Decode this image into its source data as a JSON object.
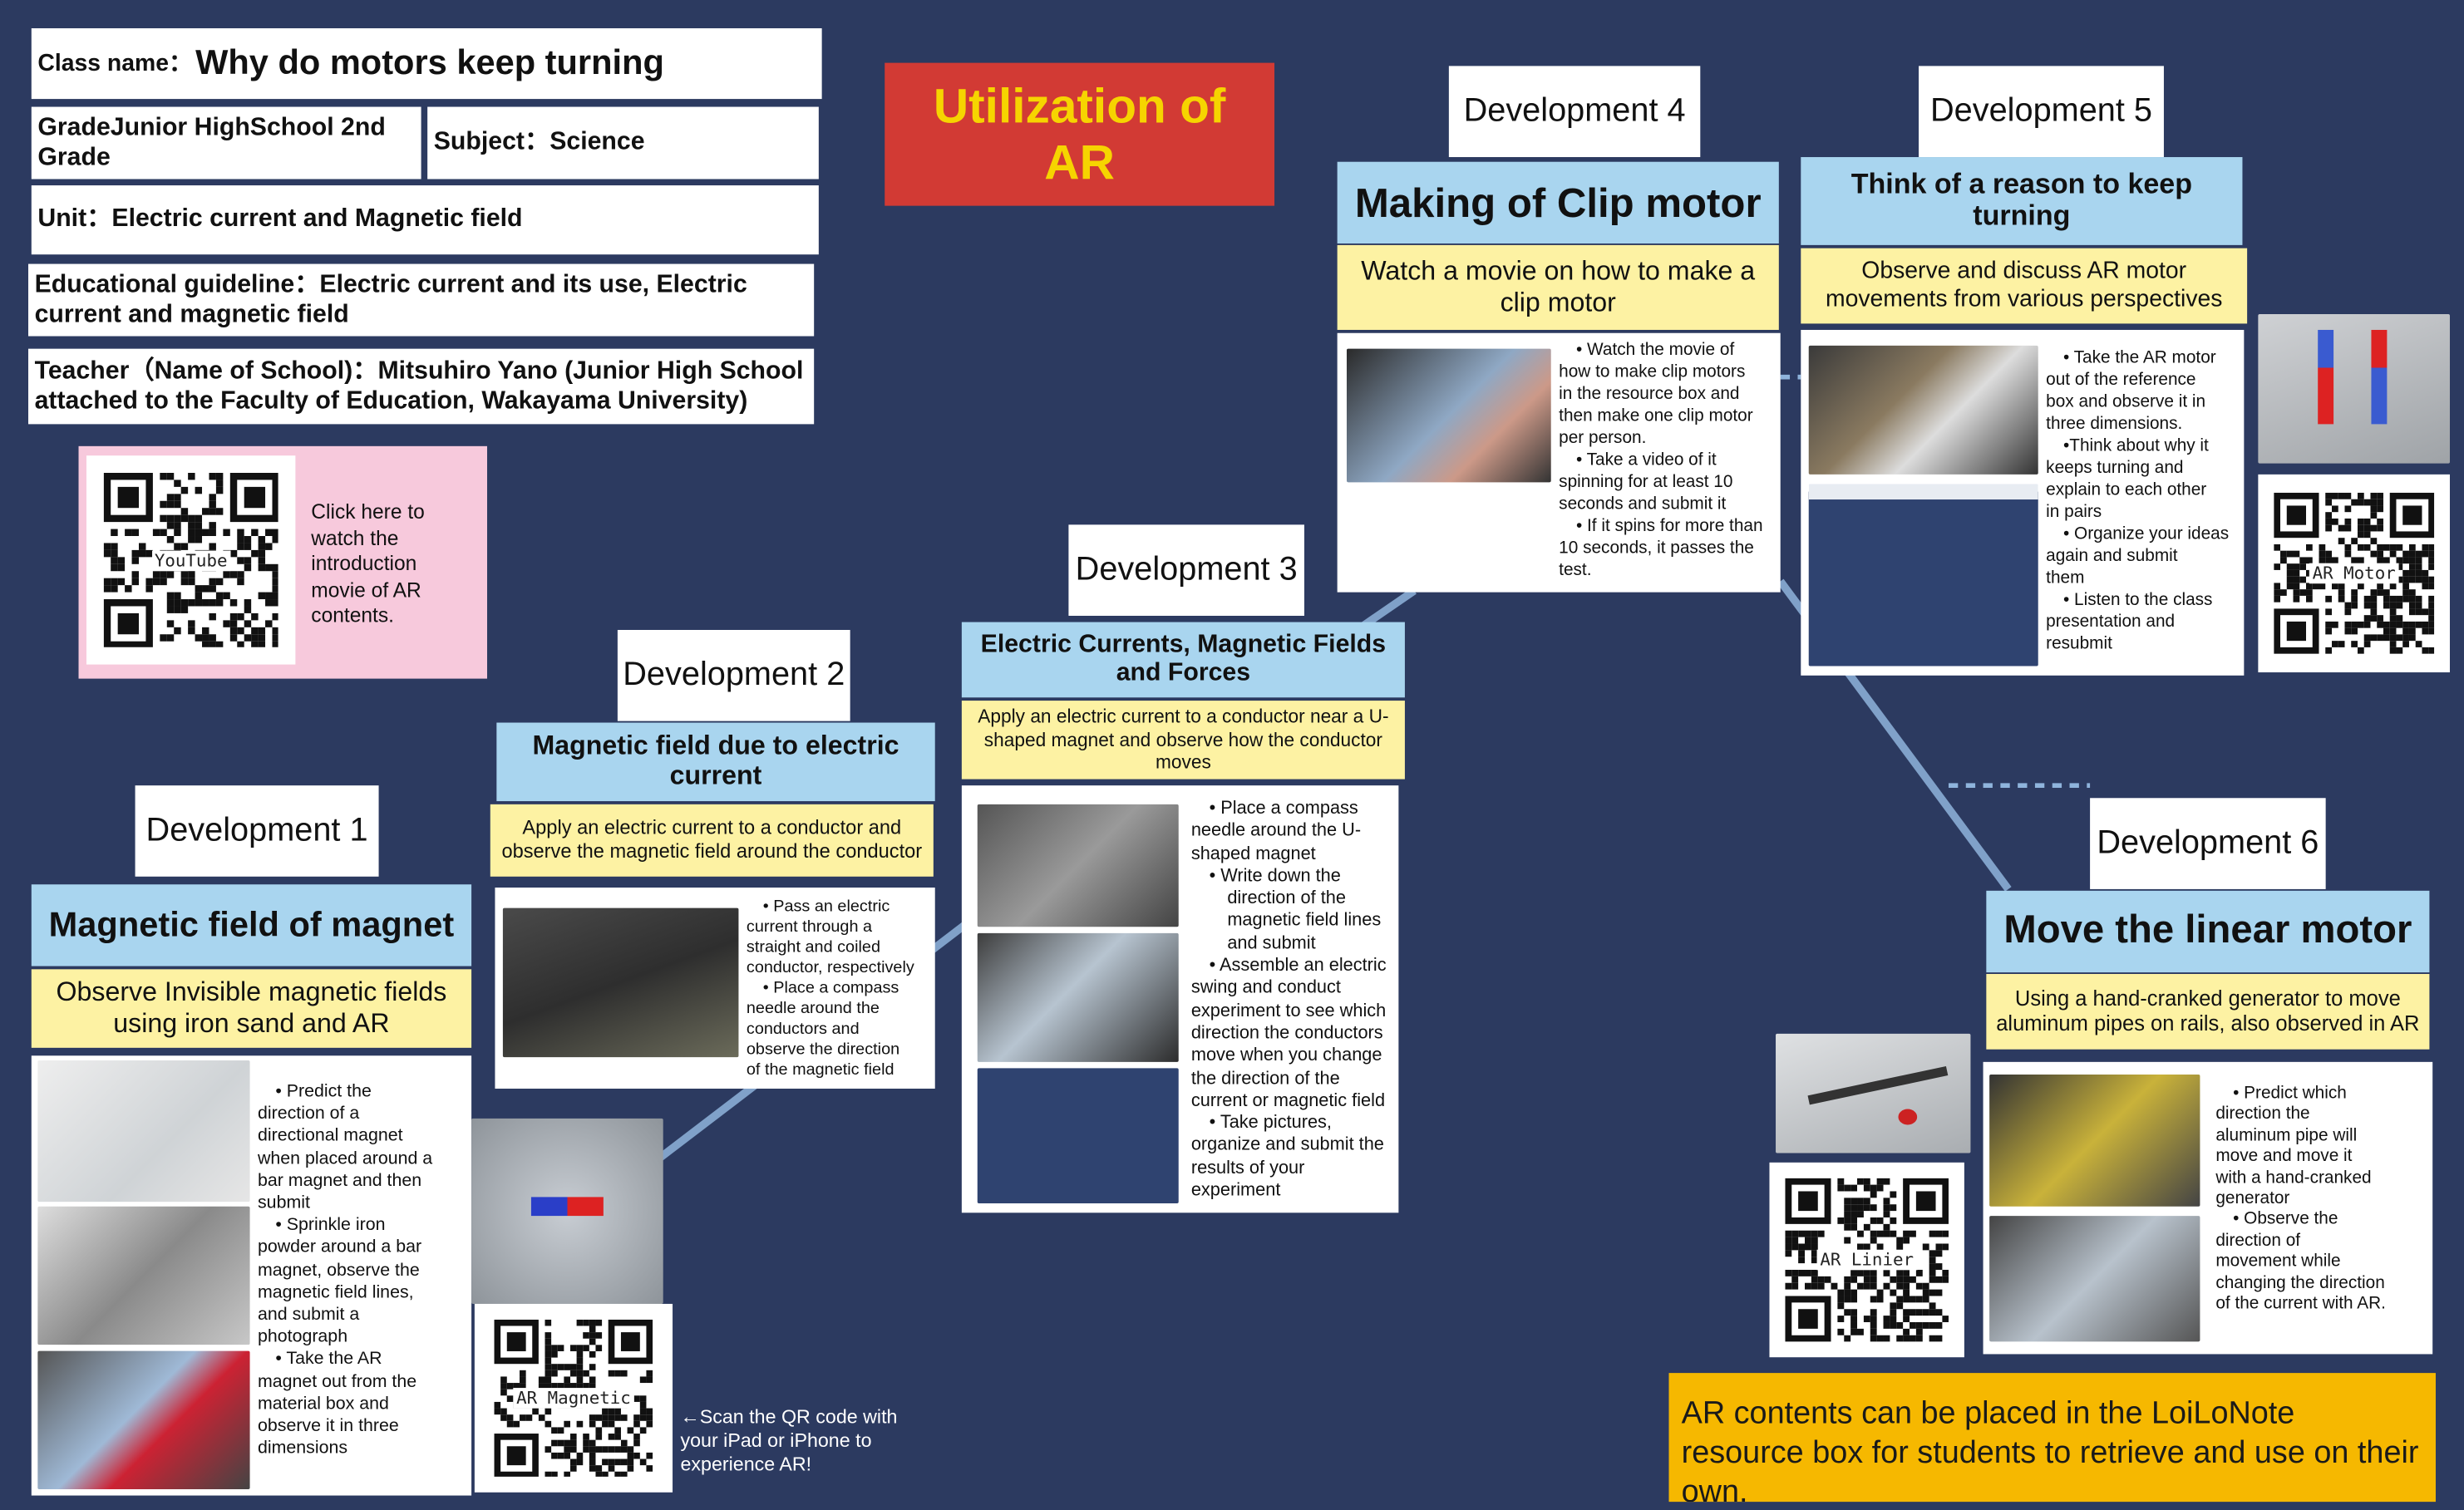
{
  "header": {
    "class_label": "Class name：",
    "class_name": "Why do motors keep turning",
    "grade": "GradeJunior HighSchool 2nd Grade",
    "subject": "Subject：Science",
    "unit": "Unit：Electric current and Magnetic field",
    "guideline": "Educational guideline：Electric current and its use, Electric current and magnetic field",
    "teacher": "Teacher（Name of School)：Mitsuhiro Yano (Junior High School attached to the Faculty of Education, Wakayama University)"
  },
  "title": "Utilization of AR",
  "intro": {
    "qr_label": "YouTube",
    "text": "Click here to watch the introduction movie of AR contents."
  },
  "dev1": {
    "label": "Development 1",
    "title": "Magnetic field of magnet",
    "subtitle": "Observe Invisible magnetic fields using iron sand and AR",
    "text": "　• Predict the\ndirection of a\ndirectional magnet\nwhen placed around a\nbar magnet and then\nsubmit\n　• Sprinkle iron\npowder around a bar\nmagnet, observe the\nmagnetic field lines,\nand submit a\nphotograph\n　• Take the AR\nmagnet out from the\nmaterial box and\nobserve it in three\ndimensions",
    "qr_label": "AR Magnetic"
  },
  "scan_note": "←Scan the QR code with your iPad or iPhone to experience AR!",
  "dev2": {
    "label": "Development 2",
    "title": "Magnetic field due to electric current",
    "subtitle": "Apply an electric current to a conductor and observe the magnetic field around the conductor",
    "text": "　• Pass an electric\ncurrent through a\nstraight and coiled\nconductor, respectively\n　• Place a compass\nneedle around the\nconductors and\nobserve the direction\nof the magnetic field"
  },
  "dev3": {
    "label": "Development 3",
    "title": "Electric Currents, Magnetic Fields and Forces",
    "subtitle": "Apply an electric current to a conductor near a U-shaped magnet and observe how the conductor moves",
    "text": "　• Place a compass\nneedle around the U-\nshaped magnet\n　• Write down the\n　　direction of the\n　　magnetic field lines\n　　and submit\n　• Assemble an electric\nswing and conduct\nexperiment to see which\ndirection the conductors\nmove when you change\nthe direction of the\ncurrent or magnetic field\n　• Take pictures,\norganize and submit the\nresults of your\nexperiment"
  },
  "dev4": {
    "label": "Development 4",
    "title": "Making of Clip motor",
    "subtitle": "Watch a movie on how to make a clip motor",
    "text": "　• Watch the movie of\nhow to make clip motors\nin the resource box and\nthen make one clip motor\nper person.\n　• Take a video of it\nspinning for at least 10\nseconds and submit it\n　• If it spins for more than\n10 seconds, it passes the\ntest."
  },
  "dev5": {
    "label": "Development 5",
    "title": "Think of a reason to keep turning",
    "subtitle": "Observe and discuss AR motor movements from various perspectives",
    "text": "　• Take the AR motor\nout of the reference\nbox and observe it in\nthree dimensions.\n　•Think about why it\nkeeps turning and\nexplain to each other\nin pairs\n　• Organize your ideas\nagain and submit\nthem\n　• Listen to the class\npresentation and\nresubmit",
    "qr_label": "AR Motor"
  },
  "dev6": {
    "label": "Development 6",
    "title": "Move the linear motor",
    "subtitle": "Using a hand-cranked generator to move aluminum pipes on rails, also observed in AR",
    "text": "　• Predict which\ndirection the\naluminum pipe will\nmove and move it\nwith a hand-cranked\ngenerator\n　• Observe the\ndirection of\nmovement while\nchanging the direction\nof the current with AR.",
    "qr_label": "AR Linier"
  },
  "footer_note": "AR contents can be placed in the LoiLoNote resource box for students to retrieve and use on their own.",
  "colors": {
    "background": "#2c3a60",
    "title_red": "#d23a34",
    "title_yellow": "#f6d400",
    "heading_blue": "#a9d5ef",
    "subtitle_yellow": "#fdf2a3",
    "note_orange": "#f6b800",
    "intro_pink": "#f7c9dc"
  }
}
